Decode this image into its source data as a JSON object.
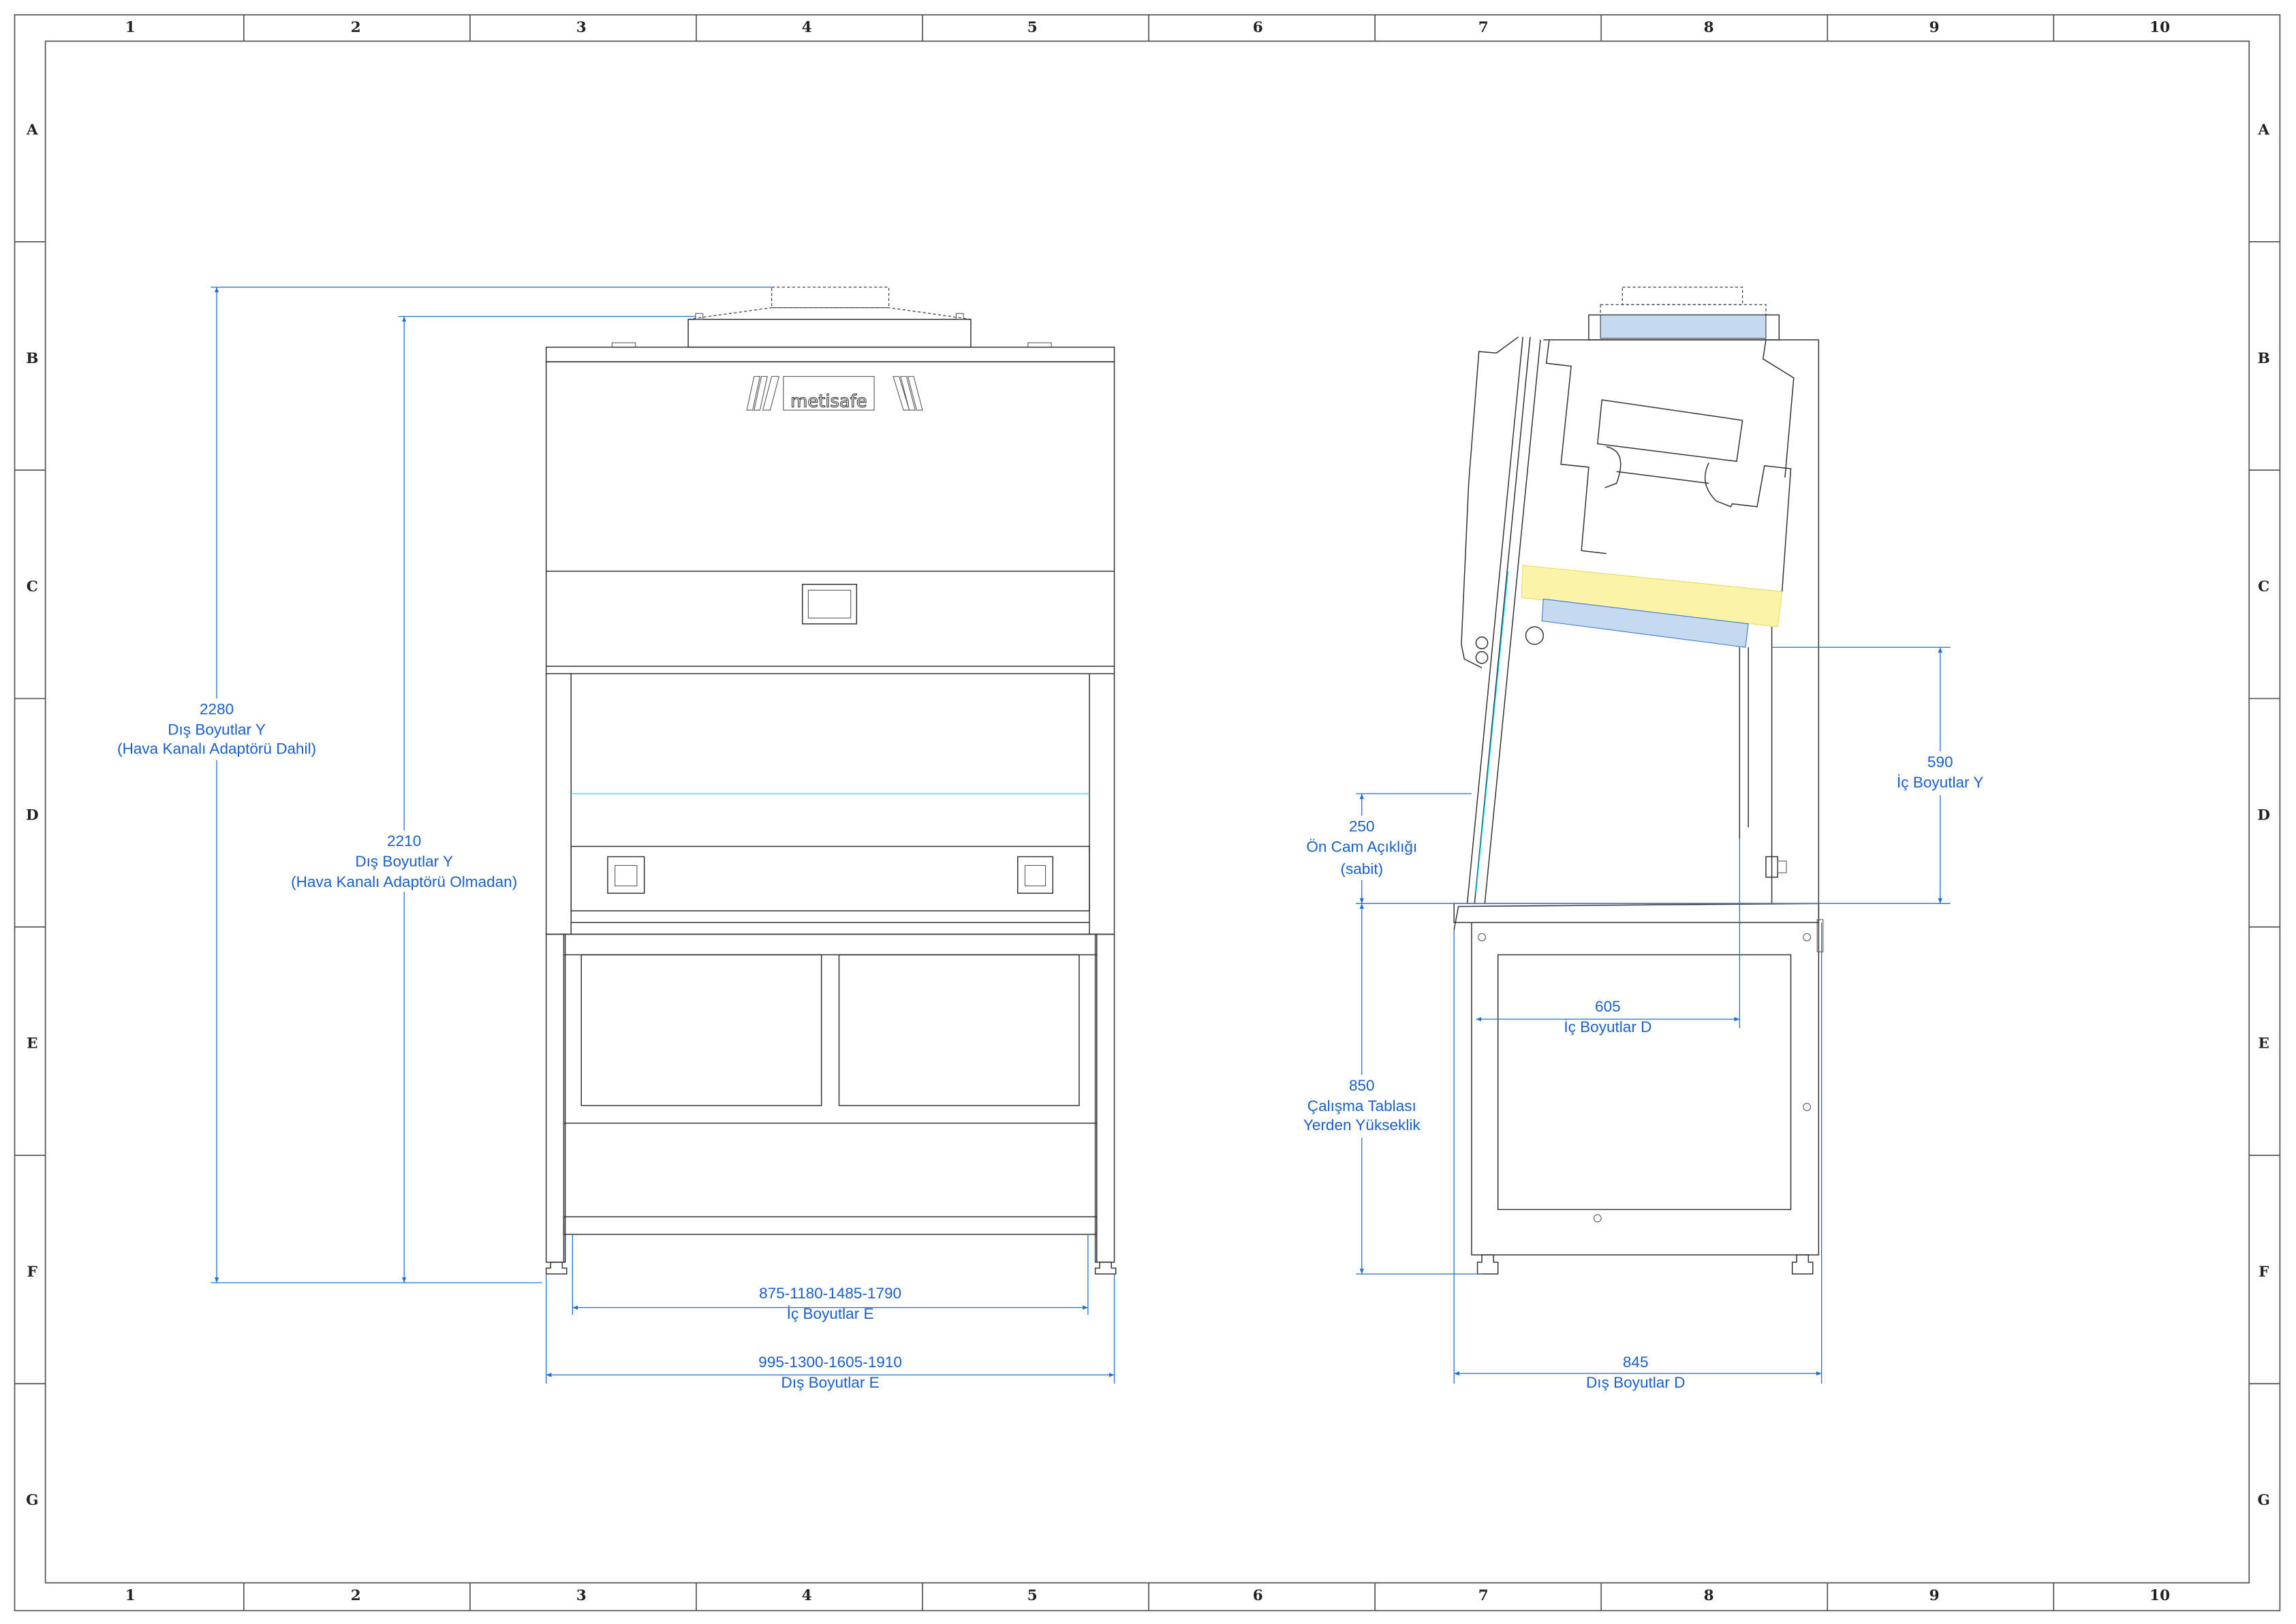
{
  "sheet": {
    "columns": [
      "1",
      "2",
      "3",
      "4",
      "5",
      "6",
      "7",
      "8",
      "9",
      "10"
    ],
    "rows": [
      "A",
      "B",
      "C",
      "D",
      "E",
      "F",
      "G"
    ]
  },
  "logo": "metisafe",
  "front_view": {
    "dim_outer_height": [
      "2280",
      "Dış Boyutlar Y",
      "(Hava Kanalı Adaptörü Dahil)"
    ],
    "dim_height": [
      "2210",
      "Dış Boyutlar Y",
      "(Hava Kanalı Adaptörü Olmadan)"
    ],
    "dim_inner_width": [
      "875-1180-1485-1790",
      "İç Boyutlar E"
    ],
    "dim_outer_width": [
      "995-1300-1605-1910",
      "Dış Boyutlar E"
    ]
  },
  "side_view": {
    "dim_inner_height": [
      "590",
      "İç Boyutlar Y"
    ],
    "dim_front_glass": [
      "250",
      "Ön Cam Açıklığı",
      "(sabit)"
    ],
    "dim_work_height": [
      "850",
      "Çalışma Tablası",
      "Yerden Yükseklik"
    ],
    "dim_inner_depth": [
      "605",
      "İç Boyutlar D"
    ],
    "dim_outer_depth": [
      "845",
      "Dış Boyutlar D"
    ]
  },
  "colors": {
    "dimension": "#1a6fd6",
    "filter_blue": "#c5d9f1",
    "filter_yellow": "#fbf4a8",
    "glass": "#00e5ff"
  }
}
